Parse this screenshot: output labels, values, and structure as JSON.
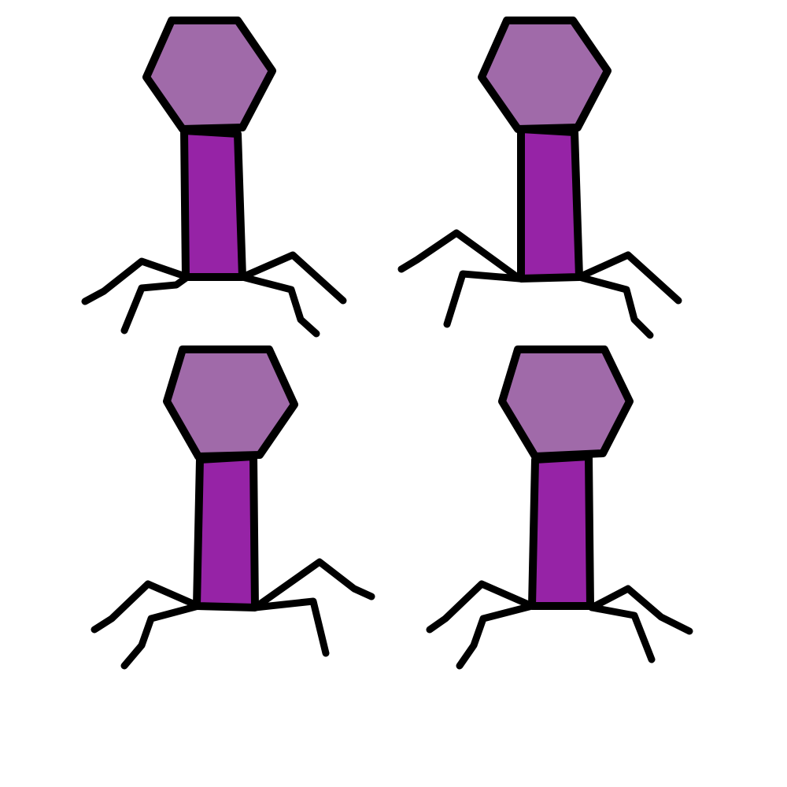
{
  "colors": {
    "background": "#ffffff",
    "capsid": "#a06aa9",
    "tail": "#9623a6",
    "outline": "#000000"
  },
  "phages": [
    {
      "id": "phage-1",
      "label": ""
    },
    {
      "id": "phage-2",
      "label": ""
    },
    {
      "id": "phage-3",
      "label": ""
    },
    {
      "id": "phage-4",
      "label": ""
    }
  ]
}
